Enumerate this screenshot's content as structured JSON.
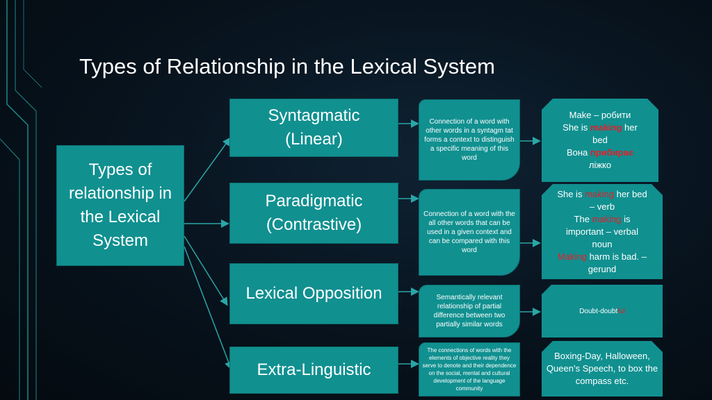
{
  "title": "Types of Relationship in the Lexical System",
  "root": {
    "label": "Types of relationship in the Lexical System"
  },
  "types": [
    {
      "label_lines": [
        "Syntagmatic",
        "(Linear)"
      ]
    },
    {
      "label_lines": [
        "Paradigmatic",
        "(Contrastive)"
      ]
    },
    {
      "label_lines": [
        "Lexical Opposition"
      ]
    },
    {
      "label_lines": [
        "Extra-Linguistic"
      ]
    }
  ],
  "definitions": [
    "Connection of a word with other words in a syntagm tat forms a context to distinguish a specific meaning of this word",
    "Connection of a word with the all other words that can be used in a given context and can be compared with this word",
    "Semantically relevant relationship of partial difference between two partially similar words",
    "The connections of words with the elements of  objective reality  they serve to denote and their dependence on the social, mental and cultural development of the language community"
  ],
  "examples": {
    "syntagmatic": {
      "l1": "Make – робити",
      "l2_a": "She is ",
      "l2_hl": "making",
      "l2_b": " her",
      "l3": "bed",
      "l4_a": "Вона ",
      "l4_hl": "прибирає",
      "l5": "ліжко"
    },
    "paradigmatic": {
      "l1_a": "She is ",
      "l1_hl": "making",
      "l1_b": " her bed",
      "l2": "– verb",
      "l3_a": "The ",
      "l3_hl": "making",
      "l3_b": " is",
      "l4": "important – verbal",
      "l5": "noun",
      "l6_hl": "Making",
      "l6_b": " harm is bad. –",
      "l7": "gerund"
    },
    "opposition": {
      "a": "Doubt-doubt",
      "hl": "ful"
    },
    "extra": "Boxing-Day, Halloween, Queen’s Speech, to box the compass etc."
  },
  "colors": {
    "box": "#119090",
    "line": "#2aa6a6",
    "highlight": "#e0202a"
  }
}
